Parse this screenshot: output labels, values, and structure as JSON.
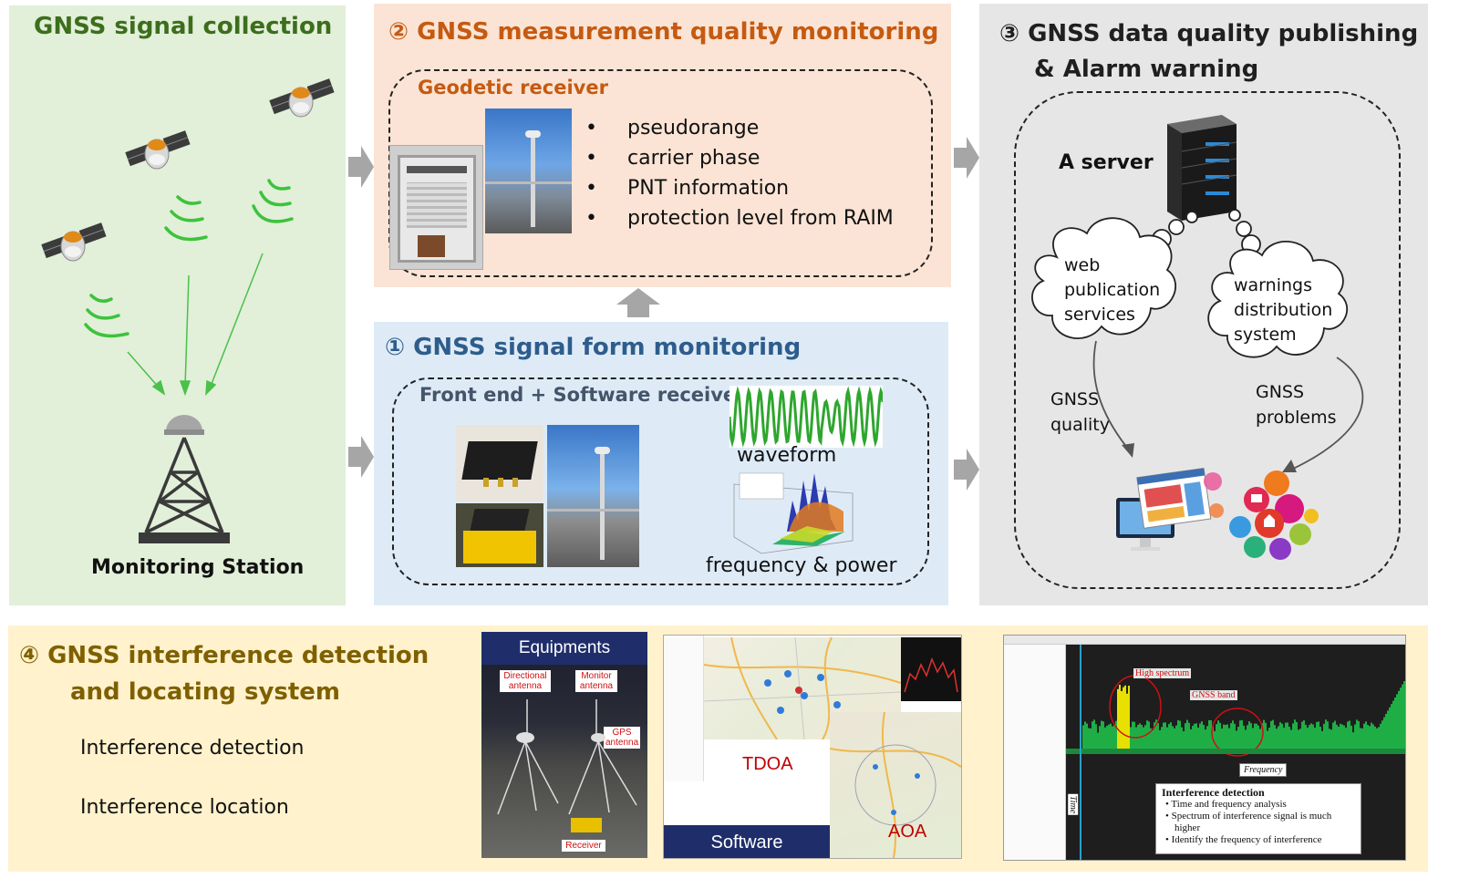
{
  "panel_collection": {
    "title": "GNSS signal collection",
    "station_label": "Monitoring Station",
    "bg": "#e2efd9",
    "title_color": "#3c6e1c"
  },
  "panel_measurement": {
    "title": "② GNSS measurement quality  monitoring",
    "sub_title": "Geodetic receiver",
    "bullets": [
      "pseudorange",
      "carrier phase",
      "PNT information",
      "protection level from RAIM"
    ],
    "bg": "#fbe4d5",
    "title_color": "#c55a11"
  },
  "panel_form": {
    "title": "① GNSS signal form monitoring",
    "sub_title": "Front end + Software receiver",
    "waveform_label": "waveform",
    "freq_label": "frequency  & power",
    "bg": "#deebf7",
    "title_color": "#2e5d8c"
  },
  "panel_publish": {
    "title_line1": "③ GNSS data quality publishing",
    "title_line2": "& Alarm warning",
    "server_label": "A server",
    "cloud_left": [
      "web",
      "publication",
      "services"
    ],
    "cloud_right": [
      "warnings",
      "distribution",
      "system"
    ],
    "edge_left": [
      "GNSS",
      "quality"
    ],
    "edge_right": [
      "GNSS",
      "problems"
    ],
    "bg": "#e7e6e6",
    "title_color": "#1f1f1f"
  },
  "panel_interference": {
    "title_line1": "④   GNSS interference detection",
    "title_line2": "and locating system",
    "items": [
      "Interference  detection",
      "Interference  location"
    ],
    "equip_header": "Equipments",
    "equip_labels": [
      "Directional antenna",
      "Monitor antenna",
      "GPS antenna",
      "Receiver"
    ],
    "software_label": "Software",
    "tdoa_label": "TDOA",
    "aoa_label": "AOA",
    "spectrum_tags": [
      "High spectrum",
      "GNSS band"
    ],
    "axis_freq": "Frequency",
    "axis_time": "Time",
    "info_title": "Interference detection",
    "info_items": [
      "Time and frequency analysis",
      "Spectrum of interference signal is much higher",
      "Identify the frequency of interference"
    ],
    "bg": "#fff2cc",
    "title_color": "#7f6000"
  },
  "colors": {
    "arrow": "#a6a6a6",
    "signal_green": "#3cc33c",
    "dark_navy": "#1f2e6b"
  }
}
